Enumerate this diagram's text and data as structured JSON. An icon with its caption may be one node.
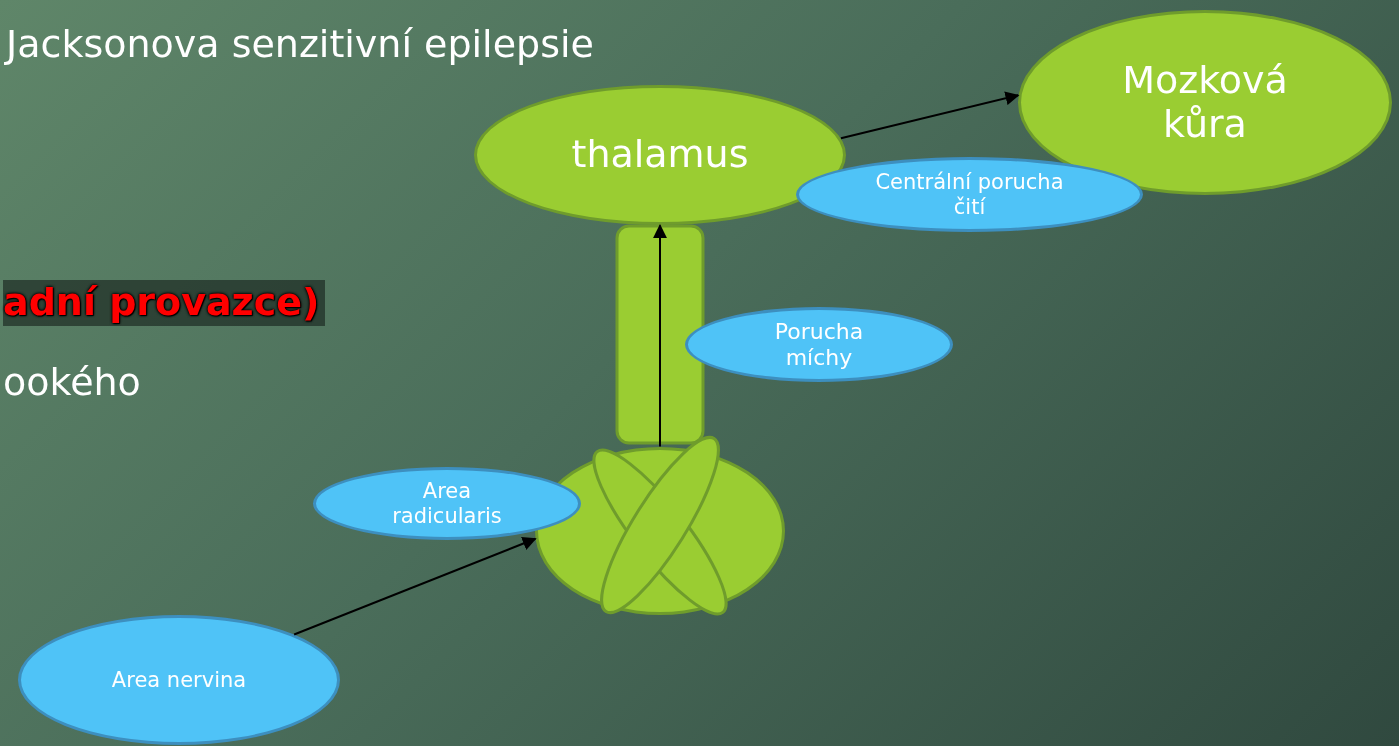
{
  "diagram": {
    "nodes": [
      {
        "text": [
          "thalamus"
        ]
      },
      {
        "text": [
          "Mozková kůra"
        ]
      },
      {
        "text": [
          "Centrální porucha čití"
        ]
      },
      {
        "text": [
          "Porucha míchy"
        ]
      },
      {
        "text": [],
        "shape": "circle"
      },
      {
        "text": [
          "Area radicularis"
        ]
      },
      {
        "text": [
          "Area nervina"
        ]
      }
    ],
    "edges": [
      {
        "from": 0,
        "to": 1,
        "arrow": "to"
      },
      {
        "from": 6,
        "to": 4,
        "arrow": "to"
      },
      {
        "from": 4,
        "to": 0,
        "arrow": "to"
      }
    ],
    "labels": [
      "Jacksonova senzitivní epilepsie",
      "adní provazce)",
      "ookého"
    ]
  }
}
